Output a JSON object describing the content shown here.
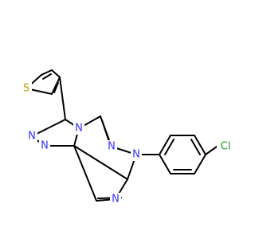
{
  "atom_labels": {
    "S": "S",
    "N": "N",
    "Cl": "Cl"
  },
  "colors": {
    "bond": "#000000",
    "N": "#3333ff",
    "S": "#b8a000",
    "Cl": "#1ea01e",
    "background": "#ffffff"
  }
}
